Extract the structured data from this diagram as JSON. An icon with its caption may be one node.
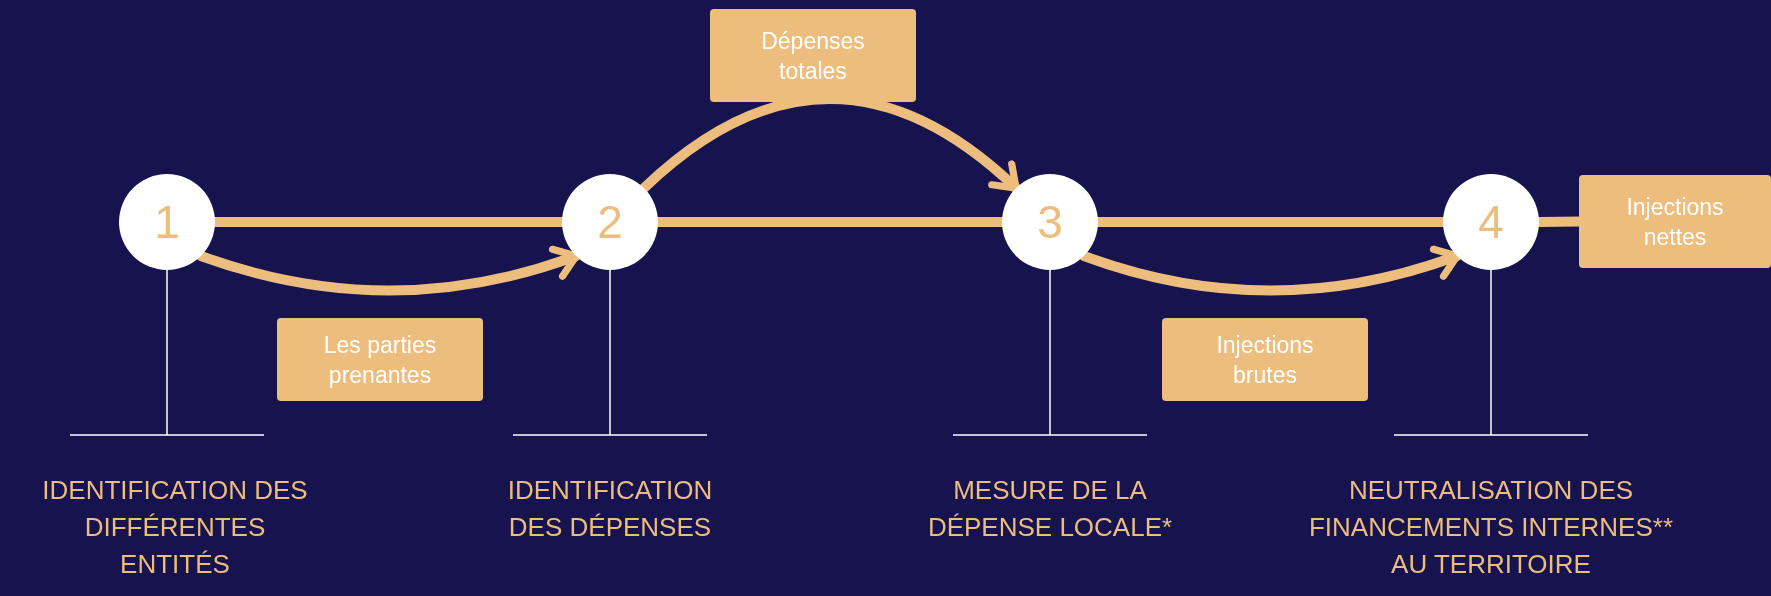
{
  "diagram": {
    "nodes": [
      {
        "text": [
          "1"
        ]
      },
      {
        "text": [
          "2"
        ]
      },
      {
        "text": [
          "3"
        ]
      },
      {
        "text": [
          "4"
        ]
      },
      {
        "text": [
          "Les parties prenantes"
        ]
      },
      {
        "text": [
          "Dépenses totales"
        ]
      },
      {
        "text": [
          "Injections brutes"
        ]
      },
      {
        "text": [
          "Injections nettes"
        ]
      }
    ],
    "edges": [
      {
        "from": 0,
        "to": 1,
        "arrow": "none"
      },
      {
        "from": 1,
        "to": 2,
        "arrow": "none"
      },
      {
        "from": 2,
        "to": 3,
        "arrow": "none"
      },
      {
        "from": 3,
        "to": 7,
        "arrow": "none"
      },
      {
        "from": 0,
        "to": 1,
        "arrow": "to"
      },
      {
        "from": 1,
        "to": 2,
        "arrow": "to"
      },
      {
        "from": 2,
        "to": 3,
        "arrow": "to"
      }
    ],
    "labels": [
      "IDENTIFICATION DES DIFFÉRENTES ENTITÉS",
      "IDENTIFICATION DES DÉPENSES",
      "MESURE DE LA DÉPENSE LOCALE*",
      "NEUTRALISATION DES FINANCEMENTS INTERNES** AU TERRITOIRE"
    ]
  }
}
